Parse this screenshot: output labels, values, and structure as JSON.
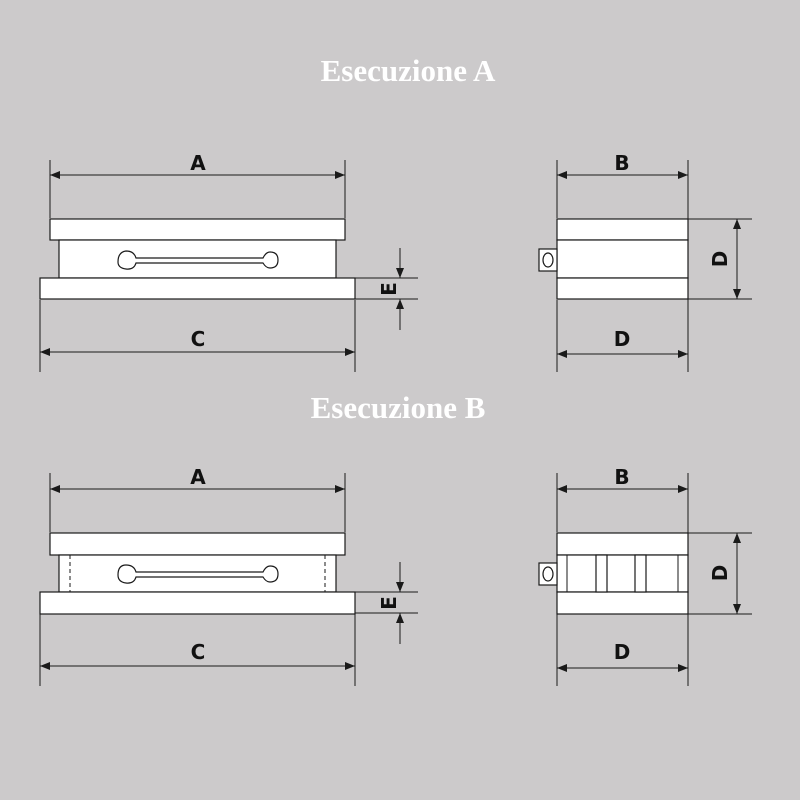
{
  "titles": {
    "execution_a": "Esecuzione A",
    "execution_b": "Esecuzione B"
  },
  "dimensions": {
    "a": "A",
    "b": "B",
    "c": "C",
    "d": "D",
    "e": "E"
  },
  "colors": {
    "background": "#cccacb",
    "title": "#ffffff",
    "line": "#1a1a1a",
    "part_fill": "#ffffff"
  }
}
